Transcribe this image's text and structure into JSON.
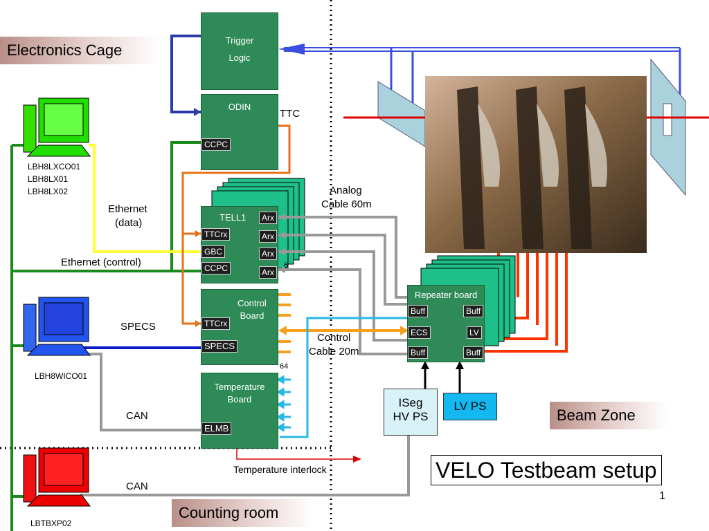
{
  "zones": {
    "electronics_cage": "Electronics Cage",
    "beam_zone": "Beam Zone",
    "counting_room": "Counting room"
  },
  "title": "VELO Testbeam setup",
  "page_number": "1",
  "computers": {
    "green": [
      "LBH8LXCO01",
      "LBH8LX01",
      "LBH8LX02"
    ],
    "blue": "LBH8WICO01",
    "red": "LBTBXP02"
  },
  "boxes": {
    "trigger_logic": "Trigger\nLogic",
    "trigger_line1": "Trigger",
    "trigger_line2": "Logic",
    "odin": "ODIN",
    "tell1": "TELL1",
    "control_board_line1": "Control",
    "control_board_line2": "Board",
    "temperature_board_line1": "Temperature",
    "temperature_board_line2": "Board",
    "repeater_board": "Repeater board",
    "iseg_line1": "ISeg",
    "iseg_line2": "HV PS",
    "lv_ps": "LV PS"
  },
  "chips": {
    "ccpc": "CCPC",
    "ttcrx": "TTCrx",
    "gbc": "GBC",
    "specs": "SPECS",
    "elmb": "ELMB",
    "arx": "Arx",
    "buff": "Buff",
    "ecs": "ECS",
    "lv": "LV"
  },
  "labels": {
    "ttc": "TTC",
    "ethernet_data_line1": "Ethernet",
    "ethernet_data_line2": "(data)",
    "ethernet_control": "Ethernet (control)",
    "specs": "SPECS",
    "can1": "CAN",
    "can2": "CAN",
    "analog_line1": "Analog",
    "analog_line2": "Cable 60m",
    "control_cable_line1": "Control",
    "control_cable_line2": "Cable 20m",
    "temperature_interlock": "Temperature interlock",
    "count_6": "6",
    "count_64": "64"
  },
  "colors": {
    "board_green": "#2e8b57",
    "stack_green": "#1fbf8a",
    "ethernet_data": "#ffff33",
    "ethernet_control": "#1a8a1a",
    "ttc": "#e8701a",
    "specs": "#0a18c8",
    "can": "#999999",
    "analog": "#999999",
    "control": "#f5a020",
    "temperature": "#26b8e8",
    "hv_cable": "#ff3300",
    "beam": "#e00000",
    "trigger": "#3a4fe0",
    "lv_ps": "#13b8f0",
    "iseg": "#d8f2f7"
  }
}
